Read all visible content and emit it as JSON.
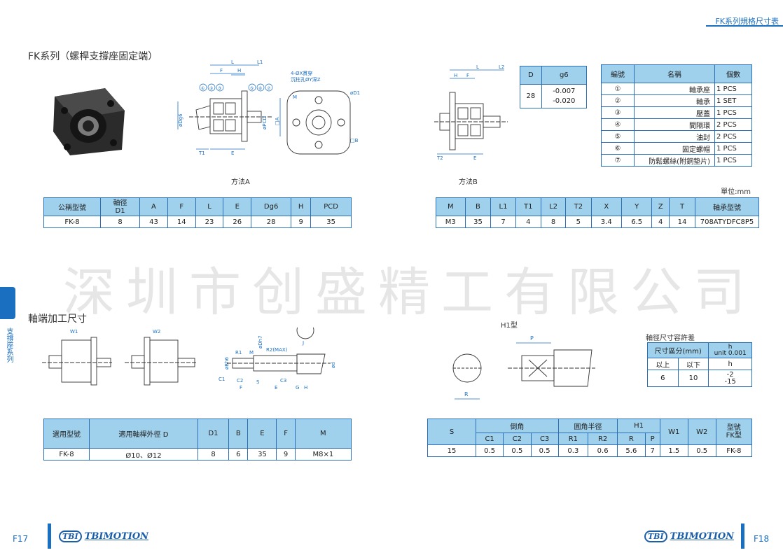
{
  "header": {
    "title": "FK系列規格尺寸表"
  },
  "section1": {
    "title": "FK系列（螺桿支撐座固定端）"
  },
  "drawings": {
    "method_a": "方法A",
    "method_b": "方法B",
    "labels": {
      "L": "L",
      "L1": "L1",
      "L2": "L2",
      "F": "F",
      "H": "H",
      "E": "E",
      "T1": "T1",
      "T2": "T2",
      "M": "M",
      "PCD": "øPCD",
      "A": "□A",
      "D1": "øD1",
      "Dg6": "øDg6",
      "B": "□B",
      "holes": "4-ØX貫穿",
      "holes2": "沉柱孔ØY深Z",
      "n1": "①",
      "n2": "②",
      "n3": "③",
      "n4": "④",
      "n5": "⑤",
      "n6": "⑥",
      "n7": "⑦",
      "c1": "C1",
      "c2": "C2",
      "c3": "C3",
      "r1": "R1",
      "r2": "R2(MAX)",
      "s": "S",
      "g": "G",
      "j": "J",
      "w1": "W1",
      "w2": "W2",
      "p": "P",
      "r": "R",
      "h1_type": "H1型",
      "d_h": "øDh7",
      "d_d": "ød",
      "d_b": "øBh6"
    }
  },
  "tol_table": {
    "headers": [
      "D",
      "g6"
    ],
    "row": [
      "28",
      "-0.007\n-0.020"
    ]
  },
  "parts_table": {
    "headers": [
      "編號",
      "名稱",
      "個數"
    ],
    "rows": [
      [
        "①",
        "軸承座",
        "1 PCS"
      ],
      [
        "②",
        "軸承",
        "1 SET"
      ],
      [
        "③",
        "壓蓋",
        "1 PCS"
      ],
      [
        "④",
        "間隔環",
        "2 PCS"
      ],
      [
        "⑤",
        "油封",
        "2 PCS"
      ],
      [
        "⑥",
        "固定螺帽",
        "1 PCS"
      ],
      [
        "⑦",
        "防鬆螺絲(附銅墊片)",
        "1 PCS"
      ]
    ]
  },
  "unit": "單位:mm",
  "table1": {
    "headers": [
      "公稱型號",
      "軸徑\nD1",
      "A",
      "F",
      "L",
      "E",
      "Dg6",
      "H",
      "PCD"
    ],
    "row": [
      "FK-8",
      "8",
      "43",
      "14",
      "23",
      "26",
      "28",
      "9",
      "35"
    ]
  },
  "table2": {
    "headers": [
      "M",
      "B",
      "L1",
      "T1",
      "L2",
      "T2",
      "X",
      "Y",
      "Z",
      "T",
      "軸承型號"
    ],
    "row": [
      "M3",
      "35",
      "7",
      "4",
      "8",
      "5",
      "3.4",
      "6.5",
      "4",
      "14",
      "708ATYDFC8P5"
    ]
  },
  "watermark": "深圳市创盛精工有限公司",
  "side": {
    "text": "支撐座系列"
  },
  "section2": {
    "title": "軸端加工尺寸"
  },
  "shaft_tol": {
    "title": "軸徑尺寸容許差",
    "col1": "尺寸區分(mm)",
    "col2_unit": "unit",
    "col2_h": "h",
    "col2_val": "0.001",
    "sub": [
      "以上",
      "以下",
      "h"
    ],
    "row": [
      "6",
      "10",
      "-2\n-15"
    ]
  },
  "table3": {
    "headers": [
      "選用型號",
      "適用軸桿外徑 D",
      "D1",
      "B",
      "E",
      "F",
      "M"
    ],
    "row": [
      "FK-8",
      "Ø10、Ø12",
      "8",
      "6",
      "35",
      "9",
      "M8×1"
    ]
  },
  "table4": {
    "top": [
      "S",
      "倒角",
      "圓角半徑",
      "H1",
      "W1",
      "W2",
      "型號\nFK型"
    ],
    "sub": [
      "C1",
      "C2",
      "C3",
      "R1",
      "R2",
      "R",
      "P"
    ],
    "row": [
      "15",
      "0.5",
      "0.5",
      "0.5",
      "0.3",
      "0.6",
      "5.6",
      "7",
      "1.5",
      "0.5",
      "FK-8"
    ]
  },
  "footer": {
    "left_page": "F17",
    "right_page": "F18",
    "brand": "TBIMOTION",
    "mark": "TBI"
  }
}
